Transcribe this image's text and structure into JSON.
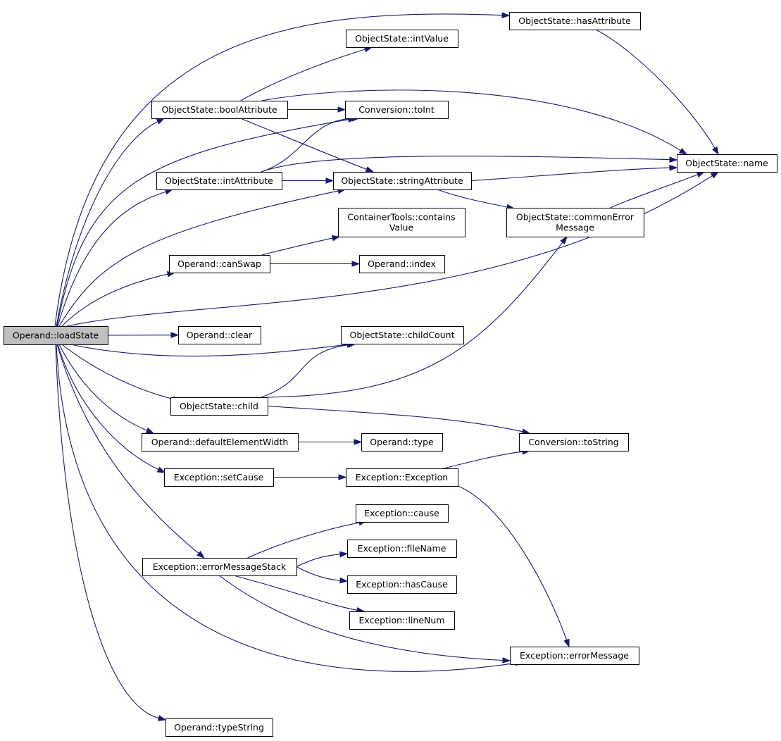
{
  "colors": {
    "edge": "#191970",
    "root_fill": "#bfbfbf",
    "node_fill": "#ffffff",
    "node_stroke": "#000000"
  },
  "nodes": [
    {
      "id": "loadState",
      "label": "Operand::loadState",
      "root": true
    },
    {
      "id": "hasAttribute",
      "label": "ObjectState::hasAttribute"
    },
    {
      "id": "intValue",
      "label": "ObjectState::intValue"
    },
    {
      "id": "boolAttribute",
      "label": "ObjectState::boolAttribute"
    },
    {
      "id": "toInt",
      "label": "Conversion::toInt"
    },
    {
      "id": "name",
      "label": "ObjectState::name"
    },
    {
      "id": "intAttribute",
      "label": "ObjectState::intAttribute"
    },
    {
      "id": "stringAttribute",
      "label": "ObjectState::stringAttribute"
    },
    {
      "id": "containsValue",
      "label": "ContainerTools::contains\nValue"
    },
    {
      "id": "commonErrorMessage",
      "label": "ObjectState::commonError\nMessage"
    },
    {
      "id": "canSwap",
      "label": "Operand::canSwap"
    },
    {
      "id": "index",
      "label": "Operand::index"
    },
    {
      "id": "clear",
      "label": "Operand::clear"
    },
    {
      "id": "childCount",
      "label": "ObjectState::childCount"
    },
    {
      "id": "child",
      "label": "ObjectState::child"
    },
    {
      "id": "defaultElementWidth",
      "label": "Operand::defaultElementWidth"
    },
    {
      "id": "type",
      "label": "Operand::type"
    },
    {
      "id": "toString",
      "label": "Conversion::toString"
    },
    {
      "id": "setCause",
      "label": "Exception::setCause"
    },
    {
      "id": "exception",
      "label": "Exception::Exception"
    },
    {
      "id": "cause",
      "label": "Exception::cause"
    },
    {
      "id": "fileName",
      "label": "Exception::fileName"
    },
    {
      "id": "errorMessageStack",
      "label": "Exception::errorMessageStack"
    },
    {
      "id": "hasCause",
      "label": "Exception::hasCause"
    },
    {
      "id": "lineNum",
      "label": "Exception::lineNum"
    },
    {
      "id": "errorMessage",
      "label": "Exception::errorMessage"
    },
    {
      "id": "typeString",
      "label": "Operand::typeString"
    }
  ],
  "edges": [
    [
      "loadState",
      "hasAttribute"
    ],
    [
      "loadState",
      "boolAttribute"
    ],
    [
      "loadState",
      "toInt"
    ],
    [
      "loadState",
      "intAttribute"
    ],
    [
      "loadState",
      "stringAttribute"
    ],
    [
      "loadState",
      "canSwap"
    ],
    [
      "loadState",
      "name"
    ],
    [
      "loadState",
      "clear"
    ],
    [
      "loadState",
      "childCount"
    ],
    [
      "loadState",
      "child"
    ],
    [
      "loadState",
      "defaultElementWidth"
    ],
    [
      "loadState",
      "setCause"
    ],
    [
      "loadState",
      "errorMessageStack"
    ],
    [
      "loadState",
      "errorMessage"
    ],
    [
      "loadState",
      "typeString"
    ],
    [
      "boolAttribute",
      "intValue"
    ],
    [
      "boolAttribute",
      "toInt"
    ],
    [
      "boolAttribute",
      "name"
    ],
    [
      "boolAttribute",
      "stringAttribute"
    ],
    [
      "intAttribute",
      "toInt"
    ],
    [
      "intAttribute",
      "name"
    ],
    [
      "intAttribute",
      "stringAttribute"
    ],
    [
      "stringAttribute",
      "name"
    ],
    [
      "stringAttribute",
      "commonErrorMessage"
    ],
    [
      "commonErrorMessage",
      "name"
    ],
    [
      "hasAttribute",
      "name"
    ],
    [
      "canSwap",
      "containsValue"
    ],
    [
      "canSwap",
      "index"
    ],
    [
      "child",
      "childCount"
    ],
    [
      "child",
      "commonErrorMessage"
    ],
    [
      "child",
      "toString"
    ],
    [
      "defaultElementWidth",
      "type"
    ],
    [
      "setCause",
      "exception"
    ],
    [
      "exception",
      "toString"
    ],
    [
      "exception",
      "errorMessage"
    ],
    [
      "errorMessageStack",
      "cause"
    ],
    [
      "errorMessageStack",
      "fileName"
    ],
    [
      "errorMessageStack",
      "hasCause"
    ],
    [
      "errorMessageStack",
      "lineNum"
    ],
    [
      "errorMessageStack",
      "errorMessage"
    ]
  ]
}
